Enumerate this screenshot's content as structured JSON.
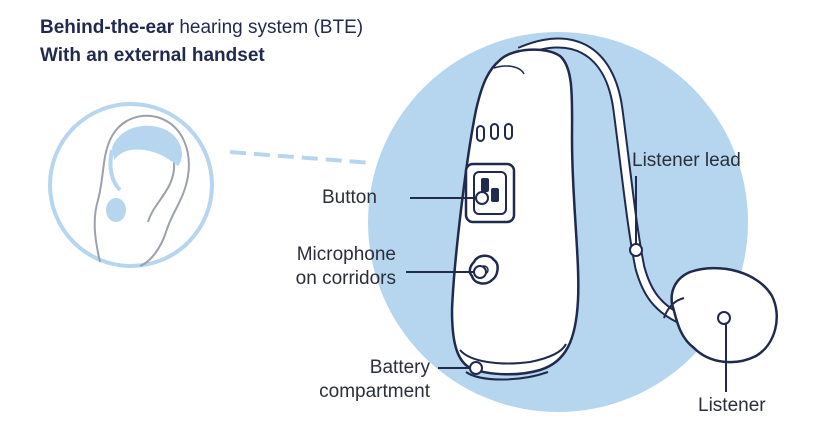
{
  "title": {
    "line1_bold": "Behind-the-ear",
    "line1_rest": " hearing system (BTE)",
    "line2": "With an external handset"
  },
  "labels": {
    "button": "Button",
    "microphone_line1": "Microphone",
    "microphone_line2": "on corridors",
    "battery_line1": "Battery",
    "battery_line2": "compartment",
    "listener_lead": "Listener lead",
    "listener": "Listener"
  },
  "colors": {
    "navy": "#1f2a4d",
    "circle_fill": "#b5d6ee",
    "ear_circle_stroke": "#b5d6ee",
    "device_stroke": "#1f2a4d",
    "device_fill": "#ffffff"
  }
}
